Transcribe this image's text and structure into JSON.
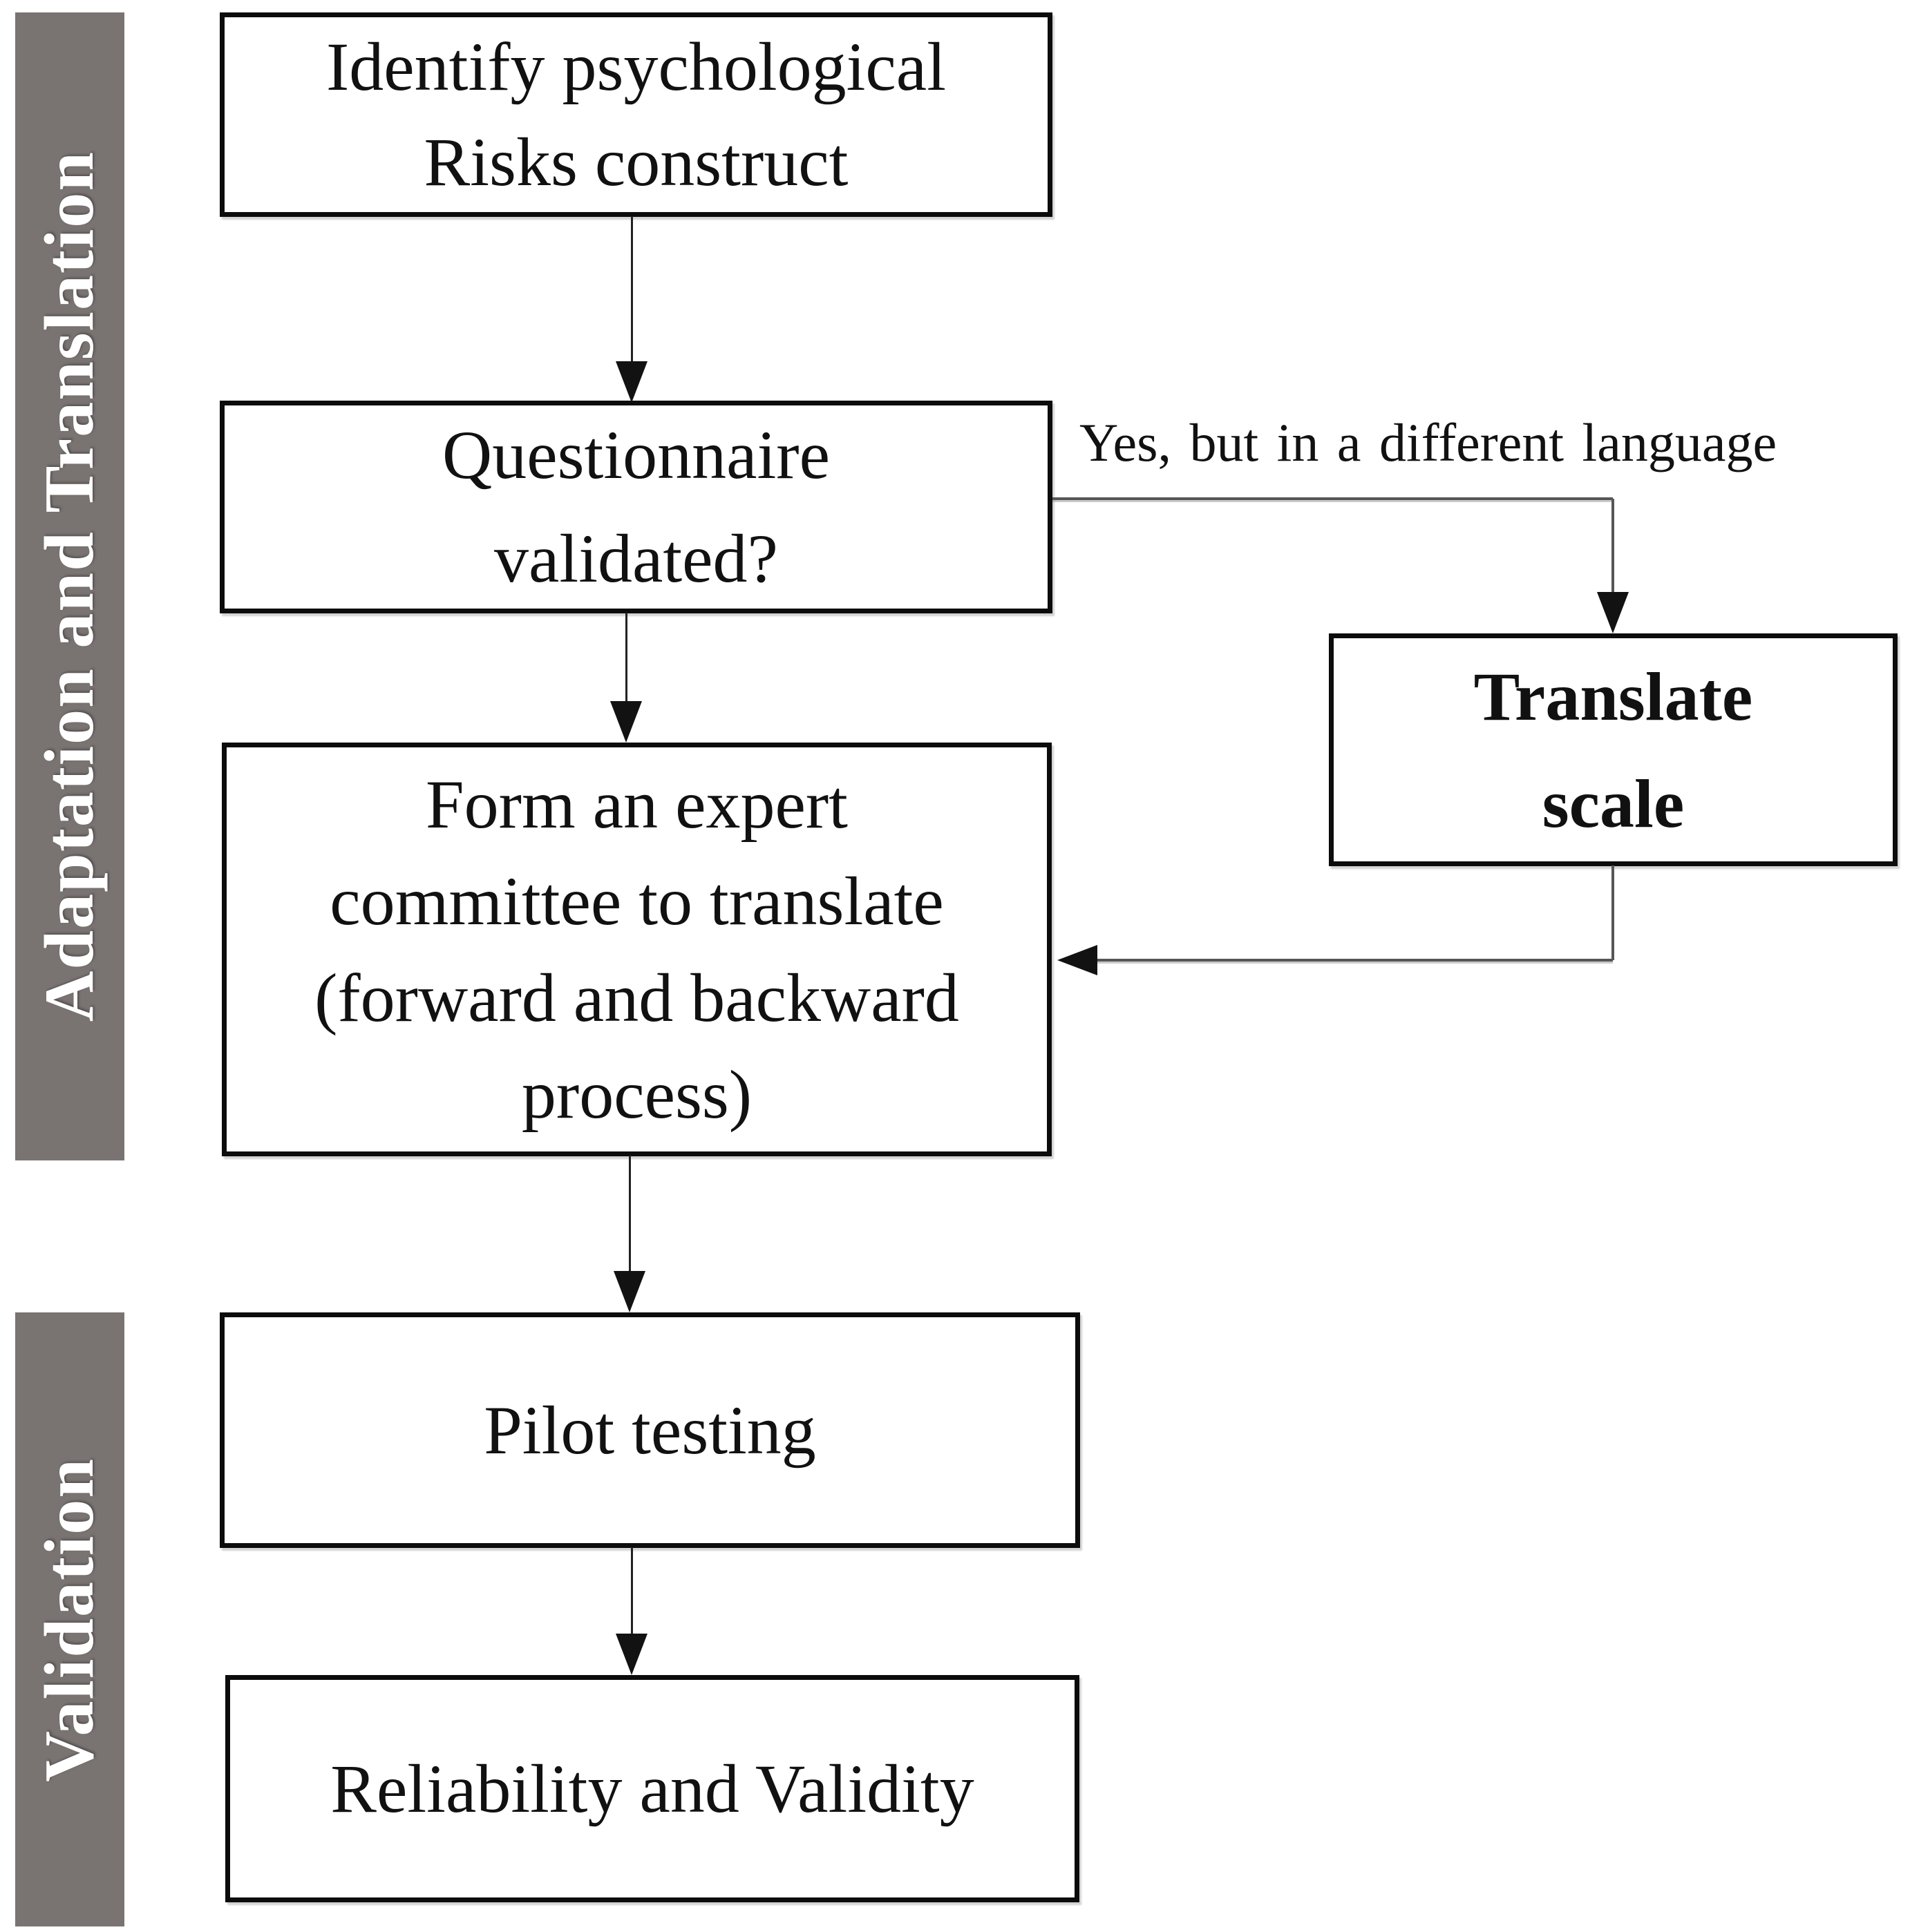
{
  "diagram_type": "flowchart",
  "colors": {
    "background": "#ffffff",
    "phase_bar": "#797372",
    "phase_text": "#ffffff",
    "box_border": "#0c0c0c",
    "box_fill": "#ffffff",
    "box_text": "#111111",
    "connector": "#565656",
    "stem": "#222222",
    "arrow": "#121212"
  },
  "phases": [
    {
      "id": "adaptation_translation",
      "label": "Adaptation and Translation"
    },
    {
      "id": "validation",
      "label": "Validation"
    }
  ],
  "nodes": {
    "identify": {
      "label": "Identify psychological Risks construct",
      "lines": [
        "Identify psychological",
        "Risks construct"
      ]
    },
    "questionnaire": {
      "label": "Questionnaire validated?",
      "lines": [
        "Questionnaire",
        "validated?"
      ]
    },
    "expert": {
      "label": "Form an expert committee to translate (forward and backward process)",
      "lines": [
        "Form an expert",
        "committee to translate",
        "(forward and backward",
        "process)"
      ]
    },
    "translate": {
      "label": "Translate scale",
      "lines": [
        "Translate",
        "scale"
      ]
    },
    "pilot": {
      "label": "Pilot testing",
      "lines": [
        "Pilot testing"
      ]
    },
    "reliability": {
      "label": "Reliability and Validity",
      "lines": [
        "Reliability and Validity"
      ]
    }
  },
  "edge_labels": {
    "yes_different_language": "Yes, but in a different language"
  }
}
